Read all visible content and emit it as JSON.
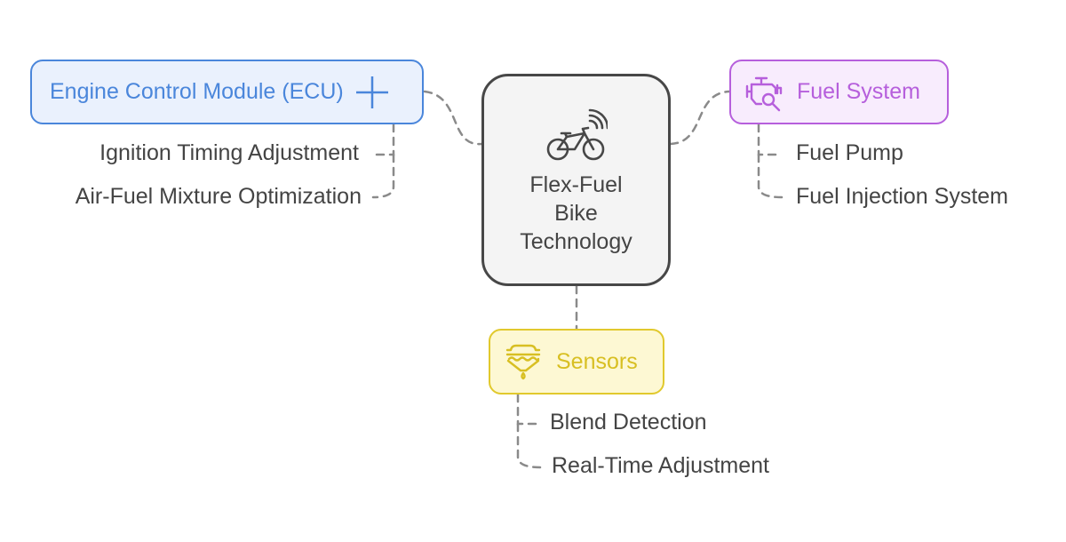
{
  "center": {
    "title_lines": [
      "Flex-Fuel",
      "Bike",
      "Technology"
    ],
    "icon": "bicycle-wireless-icon",
    "color": "#474747"
  },
  "branches": {
    "ecu": {
      "label": "Engine Control Module (ECU)",
      "icon": "plus-icon",
      "color": "#4a86db",
      "children": [
        "Ignition Timing Adjustment",
        "Air-Fuel Mixture Optimization"
      ]
    },
    "fuel_system": {
      "label": "Fuel System",
      "icon": "engine-inspect-icon",
      "color": "#b65fdc",
      "children": [
        "Fuel Pump",
        "Fuel Injection System"
      ]
    },
    "sensors": {
      "label": "Sensors",
      "icon": "fuel-filter-drop-icon",
      "color": "#e1c92d",
      "children": [
        "Blend Detection",
        "Real-Time Adjustment"
      ]
    }
  }
}
